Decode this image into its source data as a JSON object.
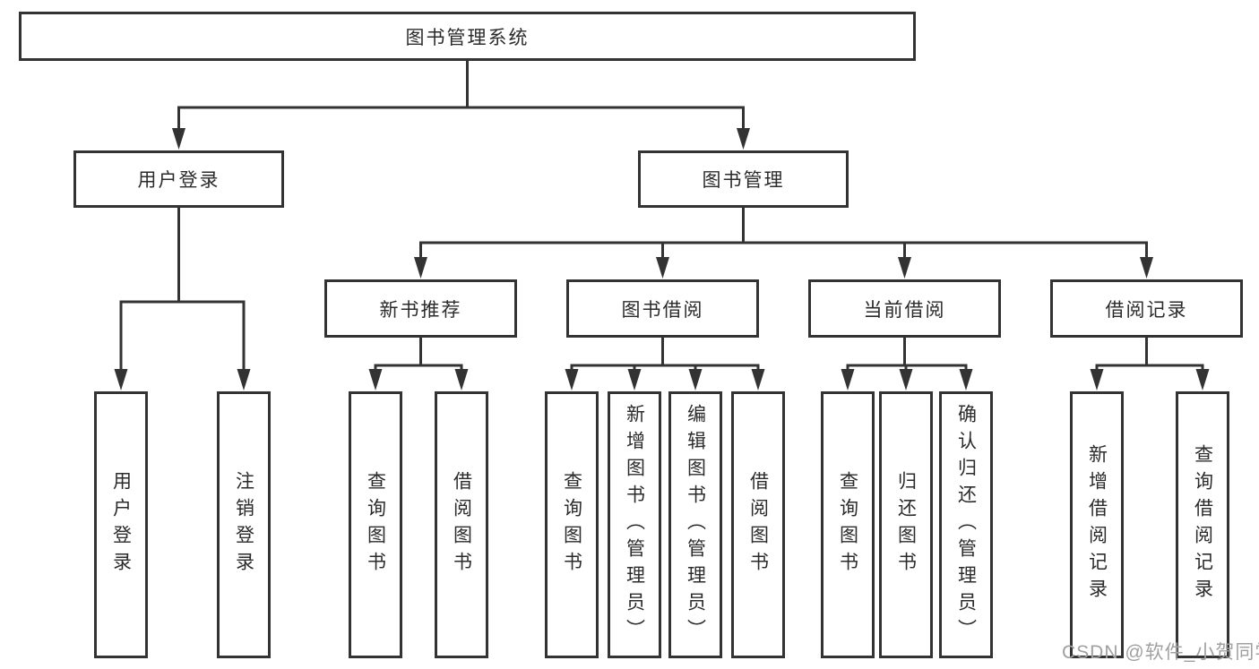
{
  "diagram": {
    "root": "图书管理系统",
    "children": [
      {
        "label": "用户登录",
        "children": [
          "用户登录",
          "注销登录"
        ]
      },
      {
        "label": "图书管理",
        "children": [
          {
            "label": "新书推荐",
            "children": [
              "查询图书",
              "借阅图书"
            ]
          },
          {
            "label": "图书借阅",
            "children": [
              "查询图书",
              "新增图书（管理员）",
              "编辑图书（管理员）",
              "借阅图书"
            ]
          },
          {
            "label": "当前借阅",
            "children": [
              "查询图书",
              "归还图书",
              "确认归还（管理员）"
            ]
          },
          {
            "label": "借阅记录",
            "children": [
              "新增借阅记录",
              "查询借阅记录"
            ]
          }
        ]
      }
    ]
  },
  "watermark": {
    "text": "CSDN @软件_小贺同学",
    "color": "#a0a0a0"
  },
  "colors": {
    "background": "#ffffff",
    "line": "#333333",
    "box_border": "#333333",
    "text": "#2b2b2b"
  }
}
